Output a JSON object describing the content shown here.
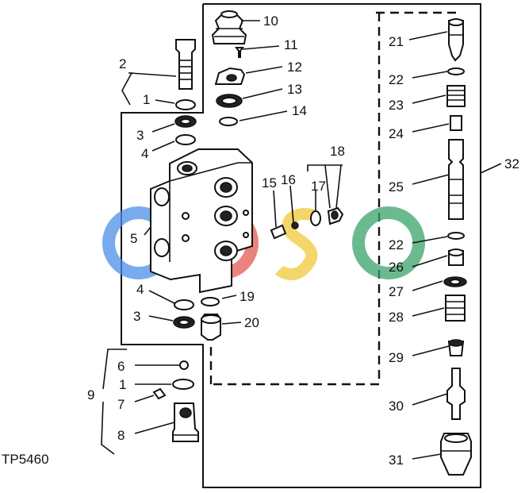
{
  "figure": {
    "code": "TP5460",
    "watermark": "CGSC",
    "watermark_colors": [
      "#4a8fe8",
      "#e35a52",
      "#f2c93a",
      "#3aa36a"
    ],
    "callouts": [
      "1",
      "2",
      "3",
      "4",
      "5",
      "6",
      "7",
      "8",
      "9",
      "10",
      "11",
      "12",
      "13",
      "14",
      "15",
      "16",
      "17",
      "18",
      "19",
      "20",
      "21",
      "22",
      "23",
      "24",
      "25",
      "26",
      "27",
      "28",
      "29",
      "30",
      "31",
      "32"
    ]
  }
}
